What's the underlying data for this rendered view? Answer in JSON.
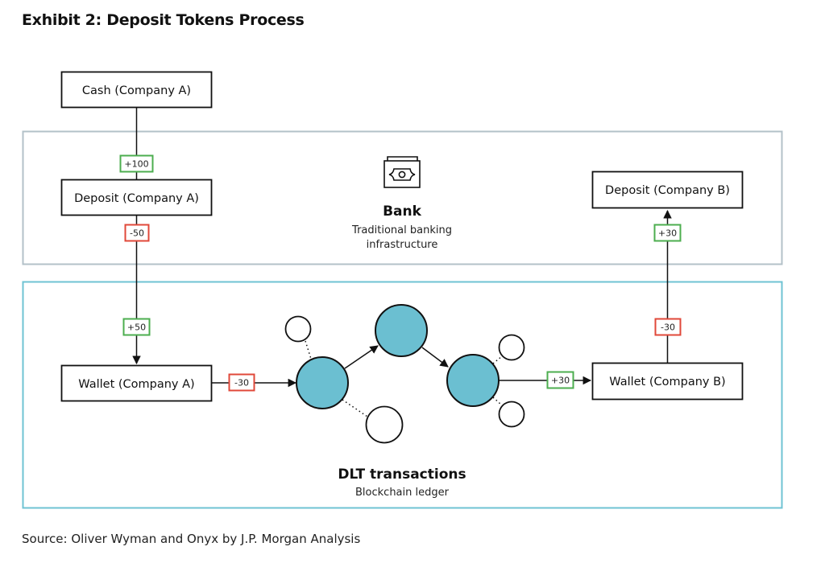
{
  "title": "Exhibit 2: Deposit Tokens Process",
  "source": "Source: Oliver Wyman and Onyx by J.P. Morgan Analysis",
  "colors": {
    "bank_panel_border": "#b3c1c8",
    "dlt_panel_border": "#6fc3d3",
    "node_fill": "#6bbfd1",
    "positive_badge": "#4cae4f",
    "negative_badge": "#e0483a",
    "line": "#111111"
  },
  "bank_panel": {
    "title": "Bank",
    "subtitle_line1": "Traditional banking",
    "subtitle_line2": "infrastructure",
    "icon": "banknote-icon"
  },
  "dlt_panel": {
    "title": "DLT transactions",
    "subtitle": "Blockchain ledger"
  },
  "nodes": {
    "cash_a": "Cash (Company A)",
    "deposit_a": "Deposit (Company A)",
    "wallet_a": "Wallet (Company A)",
    "deposit_b": "Deposit (Company B)",
    "wallet_b": "Wallet (Company B)"
  },
  "flows": {
    "cash_to_deposit_a": "+100",
    "deposit_a_out": "-50",
    "wallet_a_in": "+50",
    "wallet_a_out": "-30",
    "wallet_b_in": "+30",
    "wallet_b_out": "-30",
    "deposit_b_in": "+30"
  }
}
